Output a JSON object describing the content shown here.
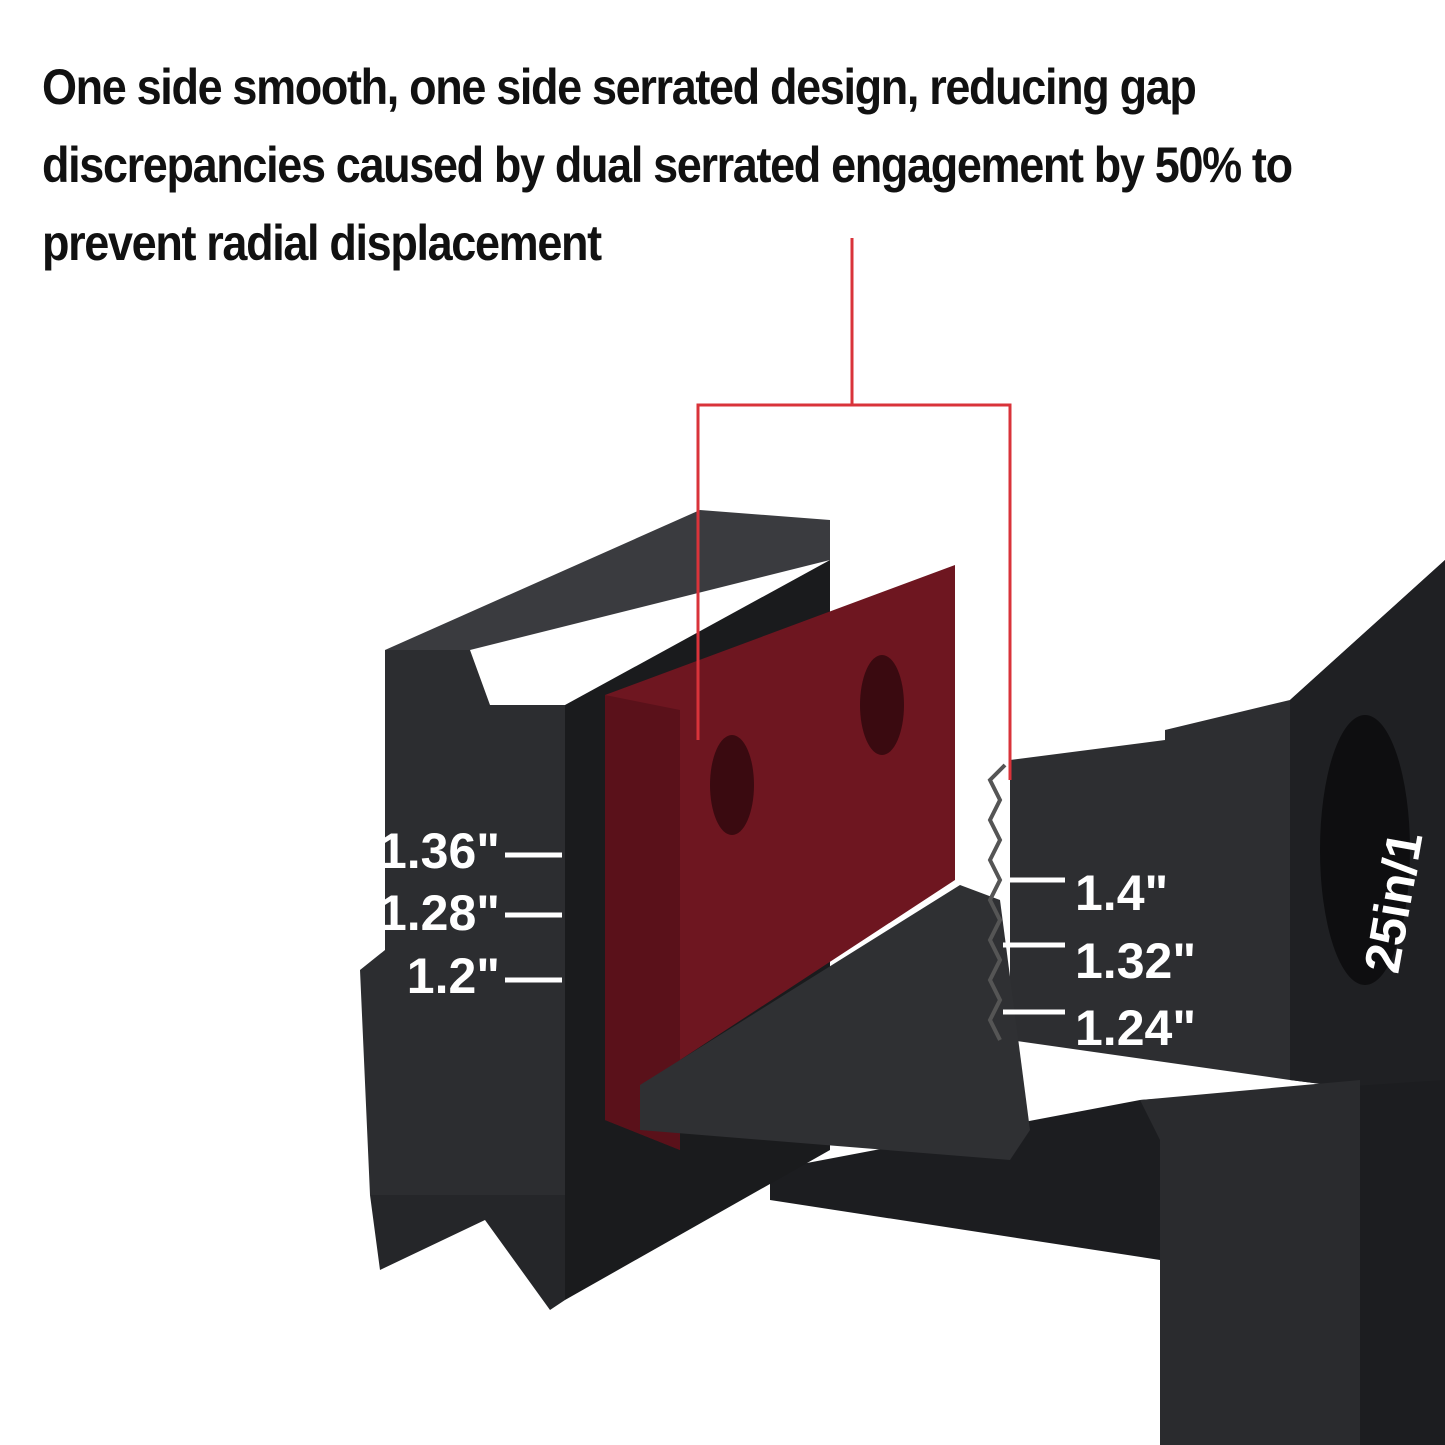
{
  "headline": "One side smooth, one side serrated design, reducing gap discrepancies caused by dual serrated engagement by 50% to prevent radial displacement",
  "left_scale": [
    "1.36\"",
    "1.28\"",
    "1.2\""
  ],
  "right_scale": [
    "1.4\"",
    "1.32\"",
    "1.24\""
  ],
  "side_marking": "25in/1",
  "colors": {
    "callout_line": "#d9333a",
    "jaw_insert": "#6e1620",
    "body": "#2a2b2e"
  }
}
